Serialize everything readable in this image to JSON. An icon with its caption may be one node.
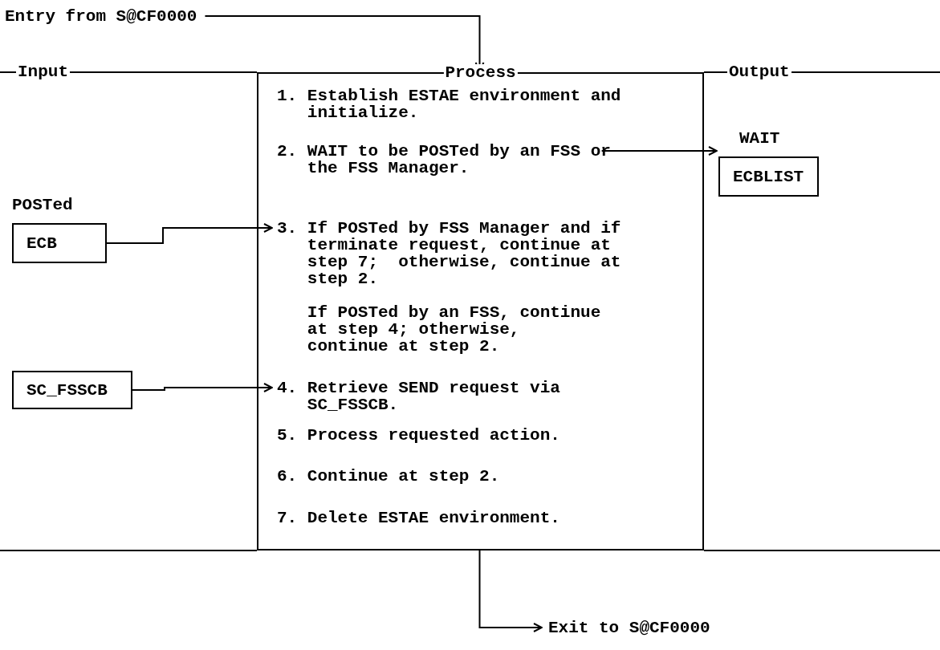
{
  "diagram": {
    "nodes": [
      {
        "text": [
          "Entry from S@CF0000"
        ]
      },
      {
        "text": [
          "Process"
        ]
      },
      {
        "text": [
          "1. Establish ESTAE environment and initialize."
        ],
        "in": 1
      },
      {
        "text": [
          "2. WAIT to be POSTed by an FSS or the FSS Manager."
        ],
        "in": 1
      },
      {
        "text": [
          "3. If POSTed by FSS Manager and if terminate request, continue at step 7;  otherwise, continue at step 2.",
          "If POSTed by an FSS, continue at step 4; otherwise, continue at step 2."
        ],
        "in": 1
      },
      {
        "text": [
          "4. Retrieve SEND request via SC_FSSCB."
        ],
        "in": 1
      },
      {
        "text": [
          "5. Process requested action."
        ],
        "in": 1
      },
      {
        "text": [
          "6. Continue at step 2."
        ],
        "in": 1
      },
      {
        "text": [
          "7. Delete ESTAE environment."
        ],
        "in": 1
      },
      {
        "text": [
          "WAIT",
          "ECBLIST"
        ]
      },
      {
        "text": [
          "POSTed",
          "ECB"
        ]
      },
      {
        "text": [
          "SC_FSSCB"
        ]
      },
      {
        "text": [
          "Exit to S@CF0000"
        ]
      }
    ],
    "edges": [
      {
        "from": 0,
        "to": 1,
        "arrow": "to"
      },
      {
        "from": 3,
        "to": 9,
        "arrow": "to"
      },
      {
        "from": 10,
        "to": 4,
        "arrow": "to"
      },
      {
        "from": 11,
        "to": 5,
        "arrow": "to"
      },
      {
        "from": 1,
        "to": 12,
        "arrow": "to"
      }
    ],
    "labels": [
      "Input",
      "Output"
    ]
  }
}
